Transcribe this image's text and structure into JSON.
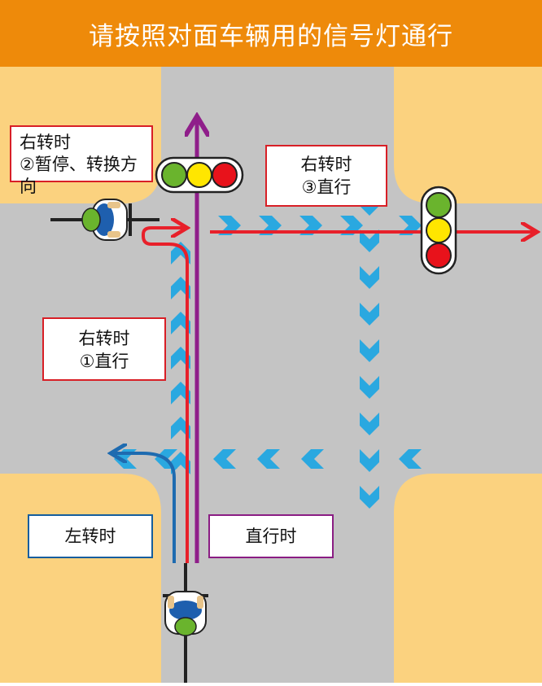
{
  "header": {
    "title": "请按照对面车辆用的信号灯通行"
  },
  "colors": {
    "header_bg": "#ee8a0a",
    "sidewalk": "#fbd27f",
    "road": "#c4c4c4",
    "red_route": "#e8202a",
    "blue_route": "#1e6bb0",
    "purple_route": "#8f1e8a",
    "chevron": "#2aa8e0",
    "light_green": "#6ab42d",
    "light_yellow": "#ffe600",
    "light_red": "#e8121b"
  },
  "labels": {
    "right_turn_step2": {
      "line1": "右转时",
      "line2": "②暂停、转换方向"
    },
    "right_turn_step3": {
      "line1": "右转时",
      "line2": "③直行"
    },
    "right_turn_step1": {
      "line1": "右转时",
      "line2": "①直行"
    },
    "left_turn": {
      "text": "左转时"
    },
    "straight": {
      "text": "直行时"
    }
  },
  "icons": {
    "traffic_light_horizontal": "traffic-light-icon",
    "traffic_light_vertical": "traffic-light-icon",
    "cyclist_waiting": "cyclist-icon",
    "cyclist_bottom": "cyclist-icon"
  }
}
